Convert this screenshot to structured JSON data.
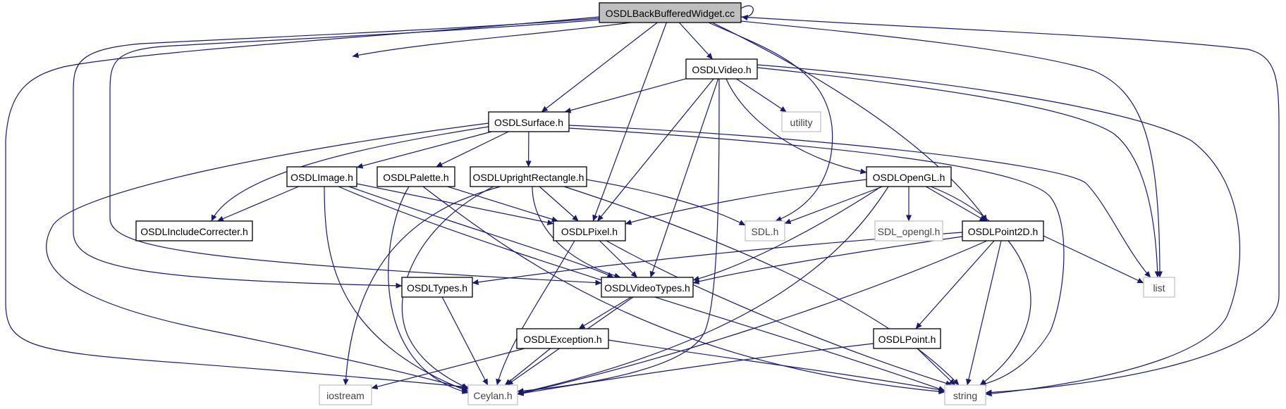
{
  "diagram": {
    "type": "include-dependency-graph",
    "colors": {
      "edge": "#191970",
      "root_fill": "#bfbfbf",
      "node_border": "#000000",
      "system_border": "#bfbfbf"
    },
    "nodes": [
      {
        "id": "root",
        "label": "OSDLBackBufferedWidget.cc",
        "kind": "root"
      },
      {
        "id": "video",
        "label": "OSDLVideo.h",
        "kind": "header"
      },
      {
        "id": "surface",
        "label": "OSDLSurface.h",
        "kind": "header"
      },
      {
        "id": "utility",
        "label": "utility",
        "kind": "system"
      },
      {
        "id": "image",
        "label": "OSDLImage.h",
        "kind": "header"
      },
      {
        "id": "palette",
        "label": "OSDLPalette.h",
        "kind": "header"
      },
      {
        "id": "rect",
        "label": "OSDLUprightRectangle.h",
        "kind": "header"
      },
      {
        "id": "opengl",
        "label": "OSDLOpenGL.h",
        "kind": "header"
      },
      {
        "id": "includecorr",
        "label": "OSDLIncludeCorrecter.h",
        "kind": "header"
      },
      {
        "id": "pixel",
        "label": "OSDLPixel.h",
        "kind": "header"
      },
      {
        "id": "sdl",
        "label": "SDL.h",
        "kind": "system"
      },
      {
        "id": "sdlgl",
        "label": "SDL_opengl.h",
        "kind": "system"
      },
      {
        "id": "point2d",
        "label": "OSDLPoint2D.h",
        "kind": "header"
      },
      {
        "id": "types",
        "label": "OSDLTypes.h",
        "kind": "header"
      },
      {
        "id": "videotypes",
        "label": "OSDLVideoTypes.h",
        "kind": "header"
      },
      {
        "id": "list",
        "label": "list",
        "kind": "system"
      },
      {
        "id": "exception",
        "label": "OSDLException.h",
        "kind": "header"
      },
      {
        "id": "point",
        "label": "OSDLPoint.h",
        "kind": "header"
      },
      {
        "id": "iostream",
        "label": "iostream",
        "kind": "system"
      },
      {
        "id": "ceylan",
        "label": "Ceylan.h",
        "kind": "system"
      },
      {
        "id": "string",
        "label": "string",
        "kind": "system"
      }
    ],
    "edges": [
      [
        "root",
        "root"
      ],
      [
        "root",
        "video"
      ],
      [
        "root",
        "surface"
      ],
      [
        "root",
        "pixel"
      ],
      [
        "root",
        "sdl"
      ],
      [
        "root",
        "point2d"
      ],
      [
        "root",
        "list"
      ],
      [
        "root",
        "string"
      ],
      [
        "root",
        "ceylan"
      ],
      [
        "root",
        "types"
      ],
      [
        "root",
        "videotypes"
      ],
      [
        "root",
        "includecorr"
      ],
      [
        "video",
        "surface"
      ],
      [
        "video",
        "utility"
      ],
      [
        "video",
        "opengl"
      ],
      [
        "video",
        "pixel"
      ],
      [
        "video",
        "videotypes"
      ],
      [
        "video",
        "ceylan"
      ],
      [
        "video",
        "list"
      ],
      [
        "video",
        "string"
      ],
      [
        "surface",
        "image"
      ],
      [
        "surface",
        "palette"
      ],
      [
        "surface",
        "rect"
      ],
      [
        "surface",
        "includecorr"
      ],
      [
        "surface",
        "ceylan"
      ],
      [
        "surface",
        "list"
      ],
      [
        "surface",
        "string"
      ],
      [
        "image",
        "includecorr"
      ],
      [
        "image",
        "pixel"
      ],
      [
        "image",
        "videotypes"
      ],
      [
        "image",
        "ceylan"
      ],
      [
        "image",
        "string"
      ],
      [
        "palette",
        "pixel"
      ],
      [
        "palette",
        "ceylan"
      ],
      [
        "palette",
        "string"
      ],
      [
        "rect",
        "pixel"
      ],
      [
        "rect",
        "videotypes"
      ],
      [
        "rect",
        "sdl"
      ],
      [
        "rect",
        "iostream"
      ],
      [
        "rect",
        "ceylan"
      ],
      [
        "rect",
        "string"
      ],
      [
        "opengl",
        "pixel"
      ],
      [
        "opengl",
        "sdl"
      ],
      [
        "opengl",
        "sdlgl"
      ],
      [
        "opengl",
        "point2d"
      ],
      [
        "opengl",
        "videotypes"
      ],
      [
        "opengl",
        "ceylan"
      ],
      [
        "opengl",
        "string"
      ],
      [
        "pixel",
        "videotypes"
      ],
      [
        "pixel",
        "ceylan"
      ],
      [
        "pixel",
        "string"
      ],
      [
        "point2d",
        "types"
      ],
      [
        "point2d",
        "videotypes"
      ],
      [
        "point2d",
        "list"
      ],
      [
        "point2d",
        "point"
      ],
      [
        "point2d",
        "ceylan"
      ],
      [
        "point2d",
        "string"
      ],
      [
        "types",
        "ceylan"
      ],
      [
        "videotypes",
        "exception"
      ],
      [
        "videotypes",
        "ceylan"
      ],
      [
        "exception",
        "iostream"
      ],
      [
        "exception",
        "ceylan"
      ],
      [
        "exception",
        "string"
      ],
      [
        "point",
        "ceylan"
      ],
      [
        "point",
        "string"
      ]
    ]
  }
}
